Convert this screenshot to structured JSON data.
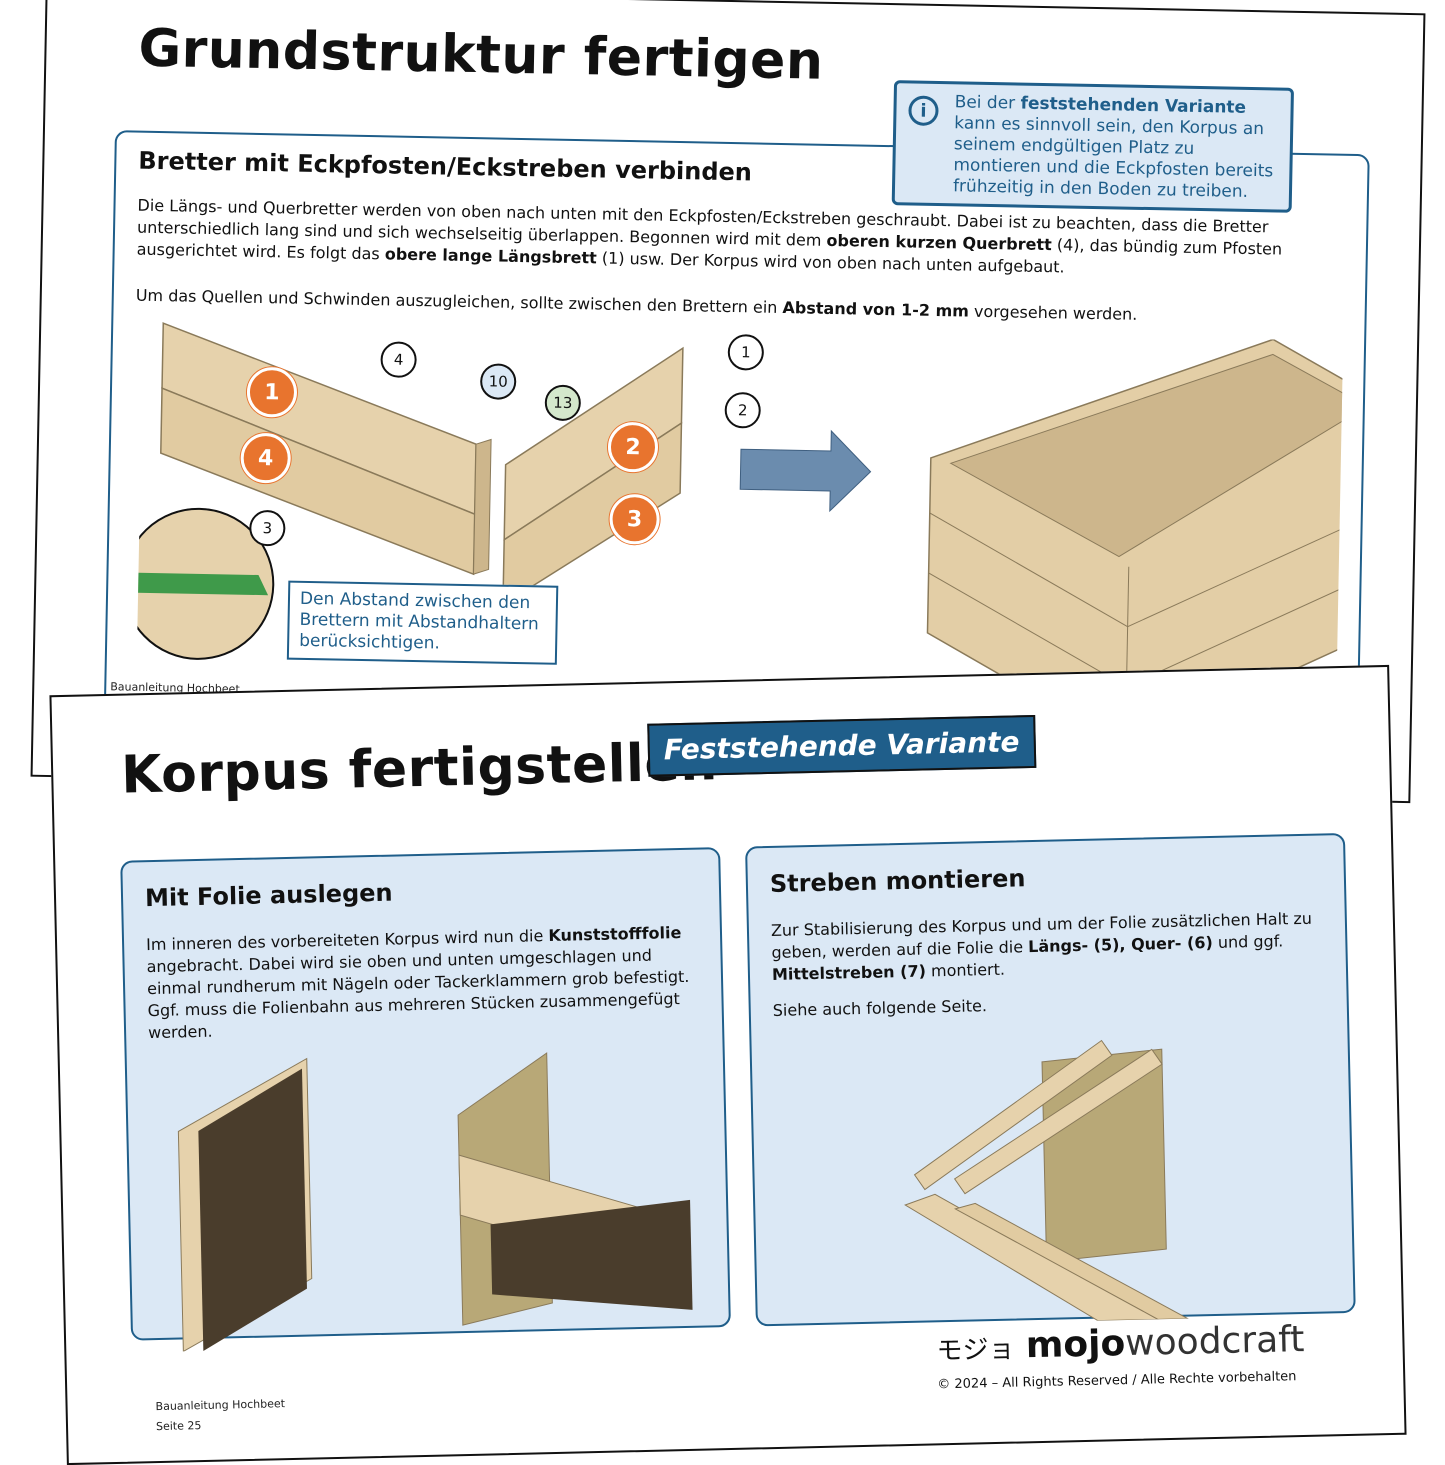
{
  "page1": {
    "title": "Grundstruktur fertigen",
    "info": {
      "pre": "Bei der ",
      "bold": "feststehenden Variante",
      "post": " kann es sinnvoll sein, den Korpus an seinem endgültigen Platz zu montieren und die Eckpfosten bereits frühzeitig in den Boden zu treiben."
    },
    "section_title": "Bretter mit Eckpfosten/Eckstreben verbinden",
    "para1": {
      "t1": "Die Längs- und Querbretter werden von oben nach unten mit den Eckpfosten/Eckstreben geschraubt. Dabei ist zu beachten, dass die Bretter unterschiedlich lang sind und sich wechselseitig überlappen. Begonnen wird mit dem ",
      "b1": "oberen kurzen Querbrett",
      "t2": " (4), das bündig zum Pfosten ausgerichtet wird. Es folgt das ",
      "b2": "obere lange Längsbrett",
      "t3": " (1) usw. Der Korpus wird von oben nach unten aufgebaut."
    },
    "para2": {
      "t1": "Um das Quellen und Schwinden auszugleichen, sollte zwischen den Brettern ein ",
      "b1": "Abstand von 1-2 mm",
      "t2": " vorgesehen werden."
    },
    "callouts": [
      "4",
      "10",
      "13",
      "1",
      "2",
      "3"
    ],
    "orange_numbers": [
      "1",
      "4",
      "2",
      "3"
    ],
    "note": "Den Abstand zwischen den Brettern mit Abstandhaltern berücksichtigen.",
    "footer": "Bauanleitung Hochbeet"
  },
  "page2": {
    "title": "Korpus fertigstellen",
    "tag": "Feststehende Variante",
    "left": {
      "title": "Mit Folie auslegen",
      "t1": "Im inneren des vorbereiteten Korpus wird nun die ",
      "b1": "Kunststofffolie",
      "t2": " angebracht. Dabei wird sie oben und unten umgeschlagen und einmal rundherum mit Nägeln oder Tackerklammern grob befestigt. Ggf. muss die Folienbahn aus mehreren Stücken zusammengefügt werden."
    },
    "right": {
      "title": "Streben montieren",
      "t1": "Zur Stabilisierung des Korpus und um der Folie zusätzlichen Halt zu geben, werden auf die Folie die ",
      "b1": "Längs- (5), Quer- (6)",
      "t2": " und ggf. ",
      "b2": "Mittelstreben (7)",
      "t3": " montiert.",
      "p2": "Siehe auch folgende Seite."
    },
    "brand": {
      "kana": "モジョ",
      "bold": "mojo",
      "light": "woodcraft",
      "copyright": "© 2024 – All Rights Reserved / Alle Rechte vorbehalten"
    },
    "footer1": "Bauanleitung Hochbeet",
    "footer2": "Seite 25"
  },
  "colors": {
    "accent": "#1f5e8a",
    "panel_bg": "#dbe8f5",
    "orange": "#e8742e",
    "wood": "#e6d2ac",
    "foil": "#4a3d2c"
  }
}
